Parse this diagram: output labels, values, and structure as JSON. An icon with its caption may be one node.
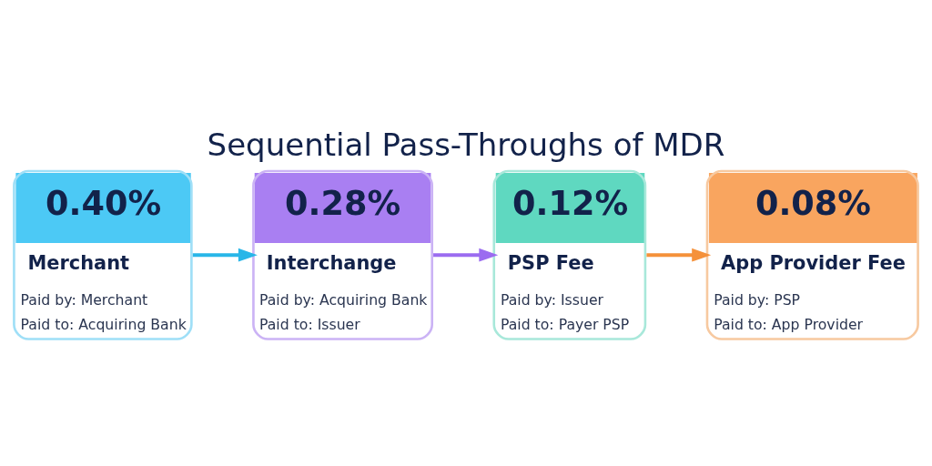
{
  "diagram": {
    "title": "Sequential Pass-Throughs of MDR",
    "nodes": [
      {
        "text": [
          "0.40%",
          "Merchant",
          "Paid by: Merchant",
          "Paid to: Acquiring Bank"
        ]
      },
      {
        "text": [
          "0.28%",
          "Interchange",
          "Paid by: Acquiring Bank",
          "Paid to: Issuer"
        ]
      },
      {
        "text": [
          "0.12%",
          "PSP Fee",
          "Paid by: Issuer",
          "Paid to: Payer PSP"
        ]
      },
      {
        "text": [
          "0.08%",
          "App Provider Fee",
          "Paid by: PSP",
          "Paid to: App Provider"
        ]
      }
    ],
    "edges": [
      {
        "from": 0,
        "to": 1,
        "arrow": "to",
        "color": "#29b6e8"
      },
      {
        "from": 1,
        "to": 2,
        "arrow": "to",
        "color": "#9b6cf0"
      },
      {
        "from": 2,
        "to": 3,
        "arrow": "to",
        "color": "#f5913a"
      }
    ]
  }
}
